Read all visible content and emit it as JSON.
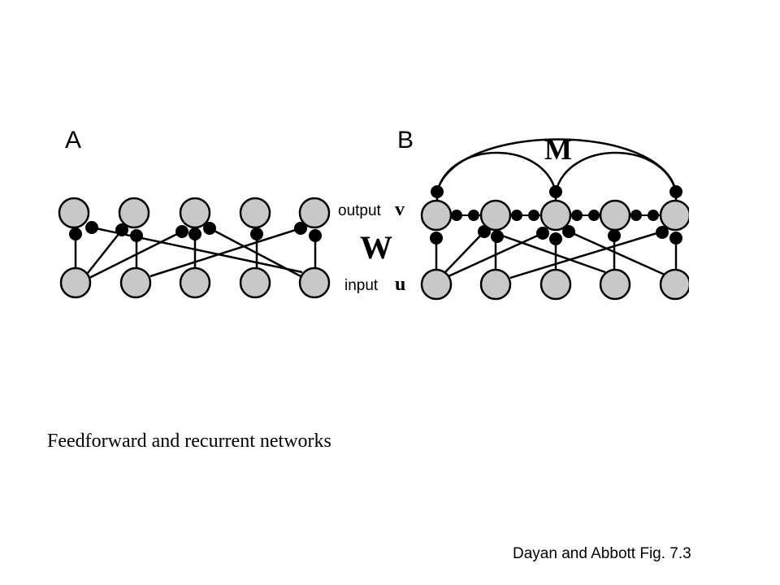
{
  "diagram": {
    "panel_a_label": "A",
    "panel_b_label": "B",
    "output_text": "output",
    "output_symbol": "v",
    "weight_ff_symbol": "W",
    "input_text": "input",
    "input_symbol": "u",
    "weight_rec_symbol": "M",
    "neuron_fill": "#c8c8c8",
    "synapse_color": "#000000"
  },
  "caption": "Feedforward and recurrent networks",
  "credit": "Dayan and Abbott Fig. 7.3"
}
